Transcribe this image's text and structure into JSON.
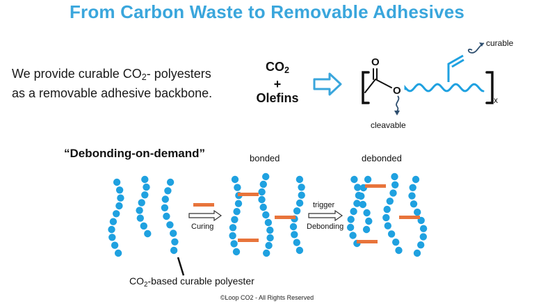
{
  "title": "From Carbon Waste to Removable Adhesives",
  "intro": {
    "line1_prefix": "We provide curable CO",
    "line1_sub": "2",
    "line1_suffix": "- polyesters",
    "line2": "as a removable adhesive backbone."
  },
  "reactants": {
    "co2_main": "CO",
    "co2_sub": "2",
    "plus": "+",
    "olefins": "Olefins"
  },
  "structure": {
    "oxygen_carbonyl": "O",
    "oxygen_ester": "O",
    "subscript": "x",
    "curable_label": "curable",
    "cleavable_label": "cleavable"
  },
  "diagram": {
    "section_title": "“Debonding-on-demand”",
    "bonded_label": "bonded",
    "debonded_label": "debonded",
    "curing_label": "Curing",
    "trigger_label": "trigger",
    "debonding_label": "Debonding",
    "polyester_prefix": "CO",
    "polyester_sub": "2",
    "polyester_suffix": "-based curable polyester"
  },
  "footer": "©Loop CO2 - All Rights Reserved",
  "colors": {
    "title": "#3aa6dc",
    "bead": "#1fa1e0",
    "crosslink": "#e8743b",
    "arrow": "#3aa6dc"
  }
}
